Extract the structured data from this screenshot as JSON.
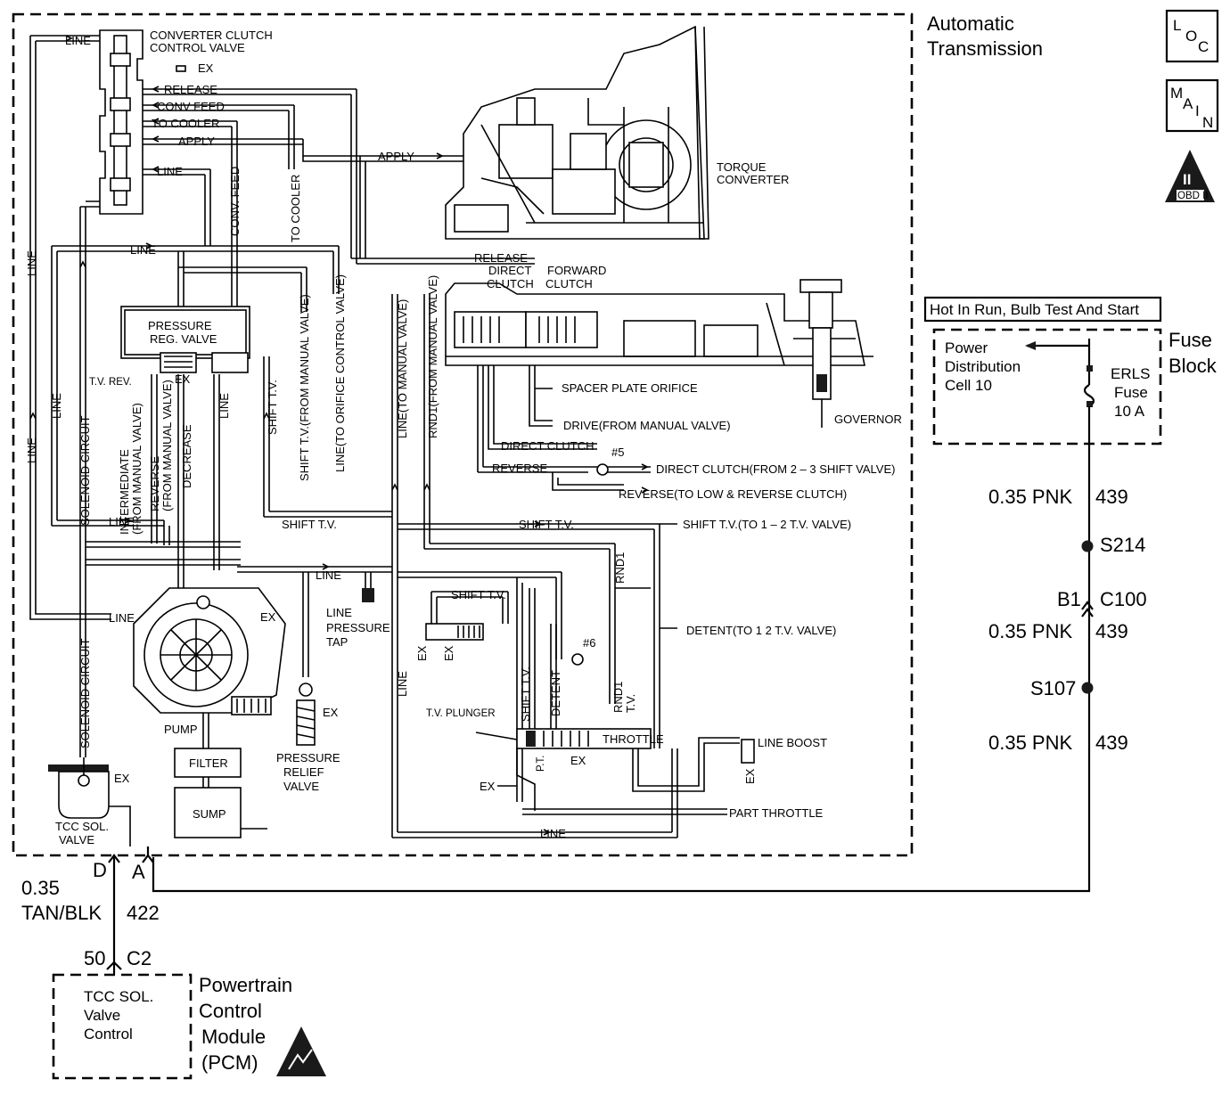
{
  "transmission": {
    "title_line1": "Automatic",
    "title_line2": "Transmission"
  },
  "badges": {
    "loc": [
      "L",
      "O",
      "C"
    ],
    "main": [
      "M",
      "A",
      "I",
      "N"
    ],
    "obd": {
      "numeral": "II",
      "text": "OBD II"
    }
  },
  "hydraulic_labels": {
    "line": "LINE",
    "ex": "EX",
    "converter_clutch_valve_1": "CONVERTER CLUTCH",
    "converter_clutch_valve_2": "CONTROL VALVE",
    "release": "RELEASE",
    "conv_feed": "CONV FEED",
    "to_cooler": "TO COOLER",
    "apply": "APPLY",
    "conv_feed_vertical": "CONV. FEED",
    "to_cooler_vertical": "TO COOLER",
    "torque_converter_1": "TORQUE",
    "torque_converter_2": "CONVERTER",
    "pressure_reg_1": "PRESSURE",
    "pressure_reg_2": "REG. VALVE",
    "tv_rev": "T.V. REV.",
    "solenoid_circuit": "SOLENOID CIRCUIT",
    "intermediate_1": "INTERMEDIATE",
    "intermediate_2": "(FROM MANUAL VALVE)",
    "reverse_1": "REVERSE",
    "reverse_2": "(FROM MANUAL VALVE)",
    "decrease": "DECREASE",
    "shift_tv_short": "SHIFT T.V.",
    "shift_tv_from_manual": "SHIFT T.V.(FROM MANUAL VALVE)",
    "line_to_orifice": "LINE(TO ORIFICE CONTROL VALVE)",
    "line_to_manual": "LINE(TO MANUAL VALVE)",
    "rnd1_from_manual": "RND1(FROM MANUAL VALVE)",
    "direct_clutch_1": "DIRECT",
    "direct_clutch_2": "CLUTCH",
    "forward_clutch_1": "FORWARD",
    "forward_clutch_2": "CLUTCH",
    "spacer_plate_orifice": "SPACER PLATE ORIFICE",
    "drive_from_manual": "DRIVE(FROM MANUAL VALVE)",
    "direct_clutch": "DIRECT CLUTCH",
    "check_5": "#5",
    "reverse": "REVERSE",
    "direct_clutch_from_23": "DIRECT CLUTCH(FROM 2 – 3 SHIFT VALVE)",
    "reverse_to_low": "REVERSE(TO LOW & REVERSE CLUTCH)",
    "governor": "GOVERNOR",
    "shift_tv": "SHIFT T.V.",
    "shift_tv_to_12": "SHIFT T.V.(TO 1 – 2 T.V. VALVE)",
    "line_pressure_tap_1": "LINE",
    "line_pressure_tap_2": "PRESSURE",
    "line_pressure_tap_3": "TAP",
    "rnd1": "RND1",
    "check_6": "#6",
    "detent_to_12": "DETENT(TO 1    2 T.V. VALVE)",
    "detent": "DETENT",
    "pt": "P.T.",
    "tv": "T.V.",
    "tv_plunger": "T.V. PLUNGER",
    "throttle": "THROTTLE",
    "line_boost": "LINE BOOST",
    "part_throttle": "PART THROTTLE",
    "pump": "PUMP",
    "filter": "FILTER",
    "sump": "SUMP",
    "pressure_relief_1": "PRESSURE",
    "pressure_relief_2": "RELIEF",
    "pressure_relief_3": "VALVE",
    "tcc_sol_1": "TCC SOL.",
    "tcc_sol_2": "VALVE"
  },
  "circuit": {
    "hot_in_run": "Hot In Run, Bulb Test And Start",
    "power_dist_1": "Power",
    "power_dist_2": "Distribution",
    "power_dist_3": "Cell 10",
    "fuse_block_1": "Fuse",
    "fuse_block_2": "Block",
    "fuse_1": "ERLS",
    "fuse_2": "Fuse",
    "fuse_3": "10 A",
    "wire_1_size_color": "0.35 PNK",
    "wire_1_circuit": "439",
    "splice_1": "S214",
    "conn_b1": "B1",
    "conn_c100": "C100",
    "wire_2_size_color": "0.35 PNK",
    "wire_2_circuit": "439",
    "splice_2": "S107",
    "wire_3_size_color": "0.35 PNK",
    "wire_3_circuit": "439",
    "pin_d": "D",
    "pin_a": "A",
    "tcc_wire_size": "0.35",
    "tcc_wire_color": "TAN/BLK",
    "tcc_wire_circuit": "422",
    "pcm_pin": "50",
    "pcm_conn": "C2",
    "pcm_inner_1": "TCC SOL.",
    "pcm_inner_2": "Valve",
    "pcm_inner_3": "Control",
    "pcm_name_1": "Powertrain",
    "pcm_name_2": "Control",
    "pcm_name_3": "Module",
    "pcm_name_4": "(PCM)"
  }
}
